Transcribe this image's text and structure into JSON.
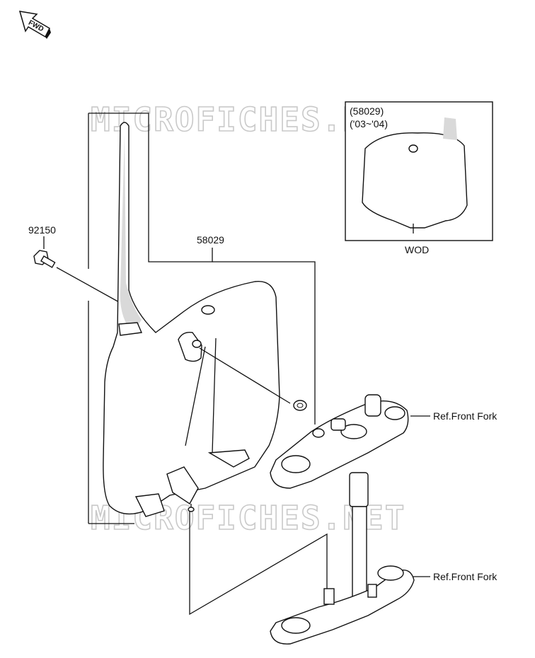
{
  "fwd_label": "FWD",
  "watermark": "MICROFICHES.NET",
  "parts": {
    "bolt": "92150",
    "plate": "58029"
  },
  "inset": {
    "line1": "(58029)",
    "line2": "('03~'04)",
    "caption": "WOD"
  },
  "refs": {
    "upper": "Ref.Front Fork",
    "lower": "Ref.Front Fork"
  }
}
